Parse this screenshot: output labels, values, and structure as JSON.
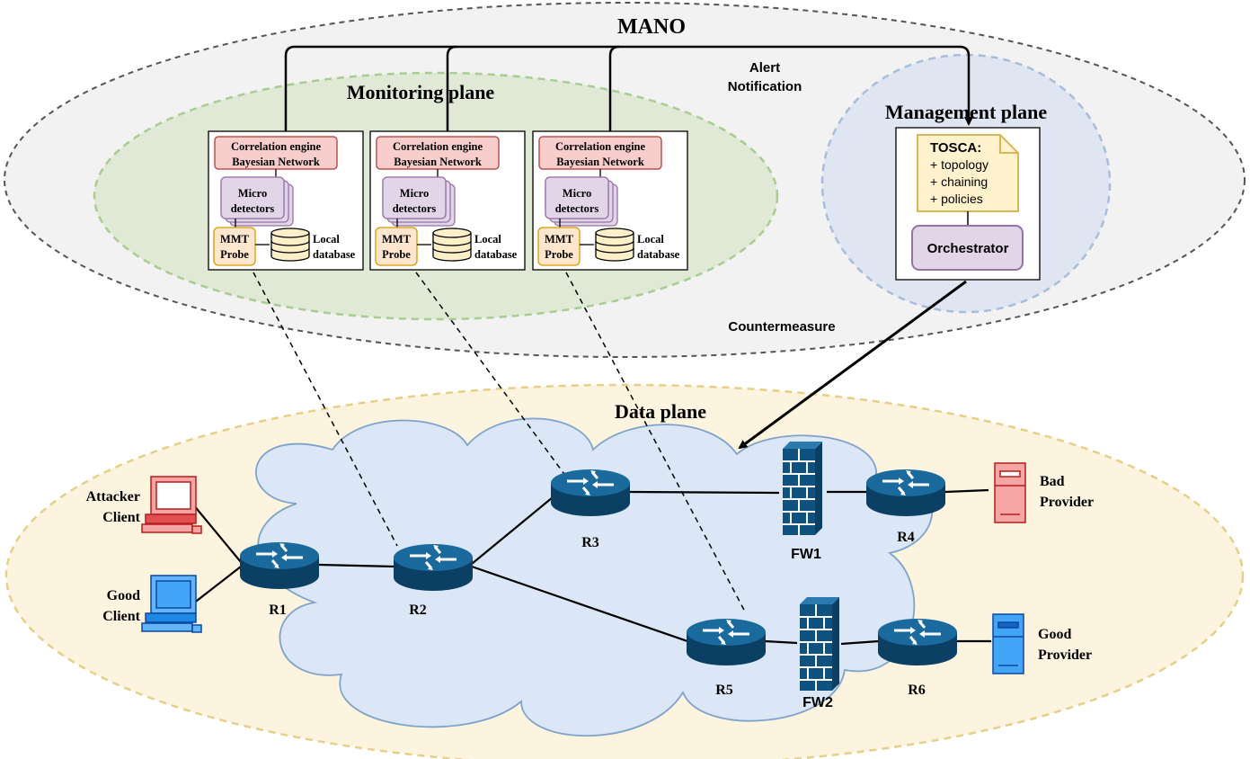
{
  "mano": {
    "title": "MANO"
  },
  "monitoring_plane": {
    "title": "Monitoring plane",
    "probes": [
      {
        "correlation_line1": "Correlation engine",
        "correlation_line2": "Bayesian Network",
        "micro_line1": "Micro",
        "micro_line2": "detectors",
        "mmt_line1": "MMT",
        "mmt_line2": "Probe",
        "db_line1": "Local",
        "db_line2": "database"
      },
      {
        "correlation_line1": "Correlation engine",
        "correlation_line2": "Bayesian Network",
        "micro_line1": "Micro",
        "micro_line2": "detectors",
        "mmt_line1": "MMT",
        "mmt_line2": "Probe",
        "db_line1": "Local",
        "db_line2": "database"
      },
      {
        "correlation_line1": "Correlation engine",
        "correlation_line2": "Bayesian Network",
        "micro_line1": "Micro",
        "micro_line2": "detectors",
        "mmt_line1": "MMT",
        "mmt_line2": "Probe",
        "db_line1": "Local",
        "db_line2": "database"
      }
    ]
  },
  "management_plane": {
    "title": "Management plane",
    "tosca_title": "TOSCA:",
    "tosca_items": [
      "+ topology",
      "+ chaining",
      "+ policies"
    ],
    "orchestrator": "Orchestrator"
  },
  "alert": {
    "line1": "Alert",
    "line2": "Notification"
  },
  "countermeasure": "Countermeasure",
  "data_plane": {
    "title": "Data plane",
    "routers": [
      "R1",
      "R2",
      "R3",
      "R4",
      "R5",
      "R6"
    ],
    "firewalls": [
      "FW1",
      "FW2"
    ],
    "attacker": [
      "Attacker",
      "Client"
    ],
    "good_client": [
      "Good",
      "Client"
    ],
    "bad_provider": [
      "Bad",
      "Provider"
    ],
    "good_provider": [
      "Good",
      "Provider"
    ]
  },
  "colors": {
    "mano_fill": "#f2f2f2",
    "monitoring_fill": "#dfe9d6",
    "management_fill": "#dfe6f2",
    "data_fill": "#fdf4df",
    "cloud_fill": "#dbe7f6",
    "router": "#10527f",
    "attacker": "#e02020",
    "good_client": "#1e88e5"
  }
}
